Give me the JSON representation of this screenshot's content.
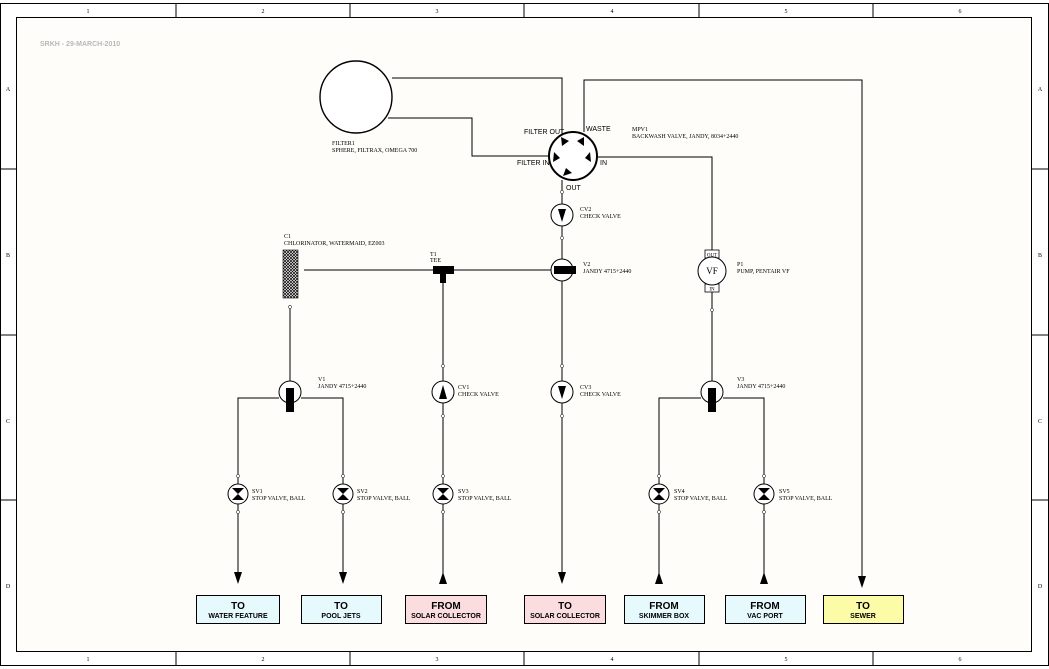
{
  "stamp": "SRKH - 29-MARCH-2010",
  "frame": {
    "columns": [
      "1",
      "2",
      "3",
      "4",
      "5",
      "6"
    ],
    "rows": [
      "A",
      "B",
      "C",
      "D"
    ]
  },
  "components": {
    "filter": {
      "id": "FILTER1",
      "desc": "SPHERE, FILTRAX, OMEGA 700"
    },
    "mpv": {
      "id": "MPV1",
      "desc": "BACKWASH VALVE, JANDY, 8034+2440",
      "ports": {
        "filter_out": "FILTER OUT",
        "waste": "WASTE",
        "filter_in": "FILTER IN",
        "in": "IN",
        "out": "OUT"
      }
    },
    "cv2": {
      "id": "CV2",
      "desc": "CHECK VALVE"
    },
    "chlorinator": {
      "id": "C1",
      "desc": "CHLORINATOR, WATERMAID, EZ003"
    },
    "tee": {
      "id": "T1",
      "desc": "TEE"
    },
    "v2": {
      "id": "V2",
      "desc": "JANDY 4715+2440"
    },
    "pump": {
      "id": "P1",
      "desc": "PUMP, PENTAIR VF",
      "symbol": "VF",
      "out": "OUT",
      "in": "IN"
    },
    "v1": {
      "id": "V1",
      "desc": "JANDY 4715+2440"
    },
    "cv1": {
      "id": "CV1",
      "desc": "CHECK VALVE"
    },
    "cv3": {
      "id": "CV3",
      "desc": "CHECK VALVE"
    },
    "v3": {
      "id": "V3",
      "desc": "JANDY 4715+2440"
    },
    "sv1": {
      "id": "SV1",
      "desc": "STOP VALVE, BALL"
    },
    "sv2": {
      "id": "SV2",
      "desc": "STOP VALVE, BALL"
    },
    "sv3": {
      "id": "SV3",
      "desc": "STOP VALVE, BALL"
    },
    "sv4": {
      "id": "SV4",
      "desc": "STOP VALVE, BALL"
    },
    "sv5": {
      "id": "SV5",
      "desc": "STOP VALVE, BALL"
    }
  },
  "endpoints": [
    {
      "title": "TO",
      "sub": "WATER FEATURE",
      "color": "#e6fafd"
    },
    {
      "title": "TO",
      "sub": "POOL JETS",
      "color": "#e6fafd"
    },
    {
      "title": "FROM",
      "sub": "SOLAR COLLECTOR",
      "color": "#fbdde0"
    },
    {
      "title": "TO",
      "sub": "SOLAR COLLECTOR",
      "color": "#fbdde0"
    },
    {
      "title": "FROM",
      "sub": "SKIMMER BOX",
      "color": "#e6fafd"
    },
    {
      "title": "FROM",
      "sub": "VAC PORT",
      "color": "#e6fafd"
    },
    {
      "title": "TO",
      "sub": "SEWER",
      "color": "#fbfba8"
    }
  ]
}
